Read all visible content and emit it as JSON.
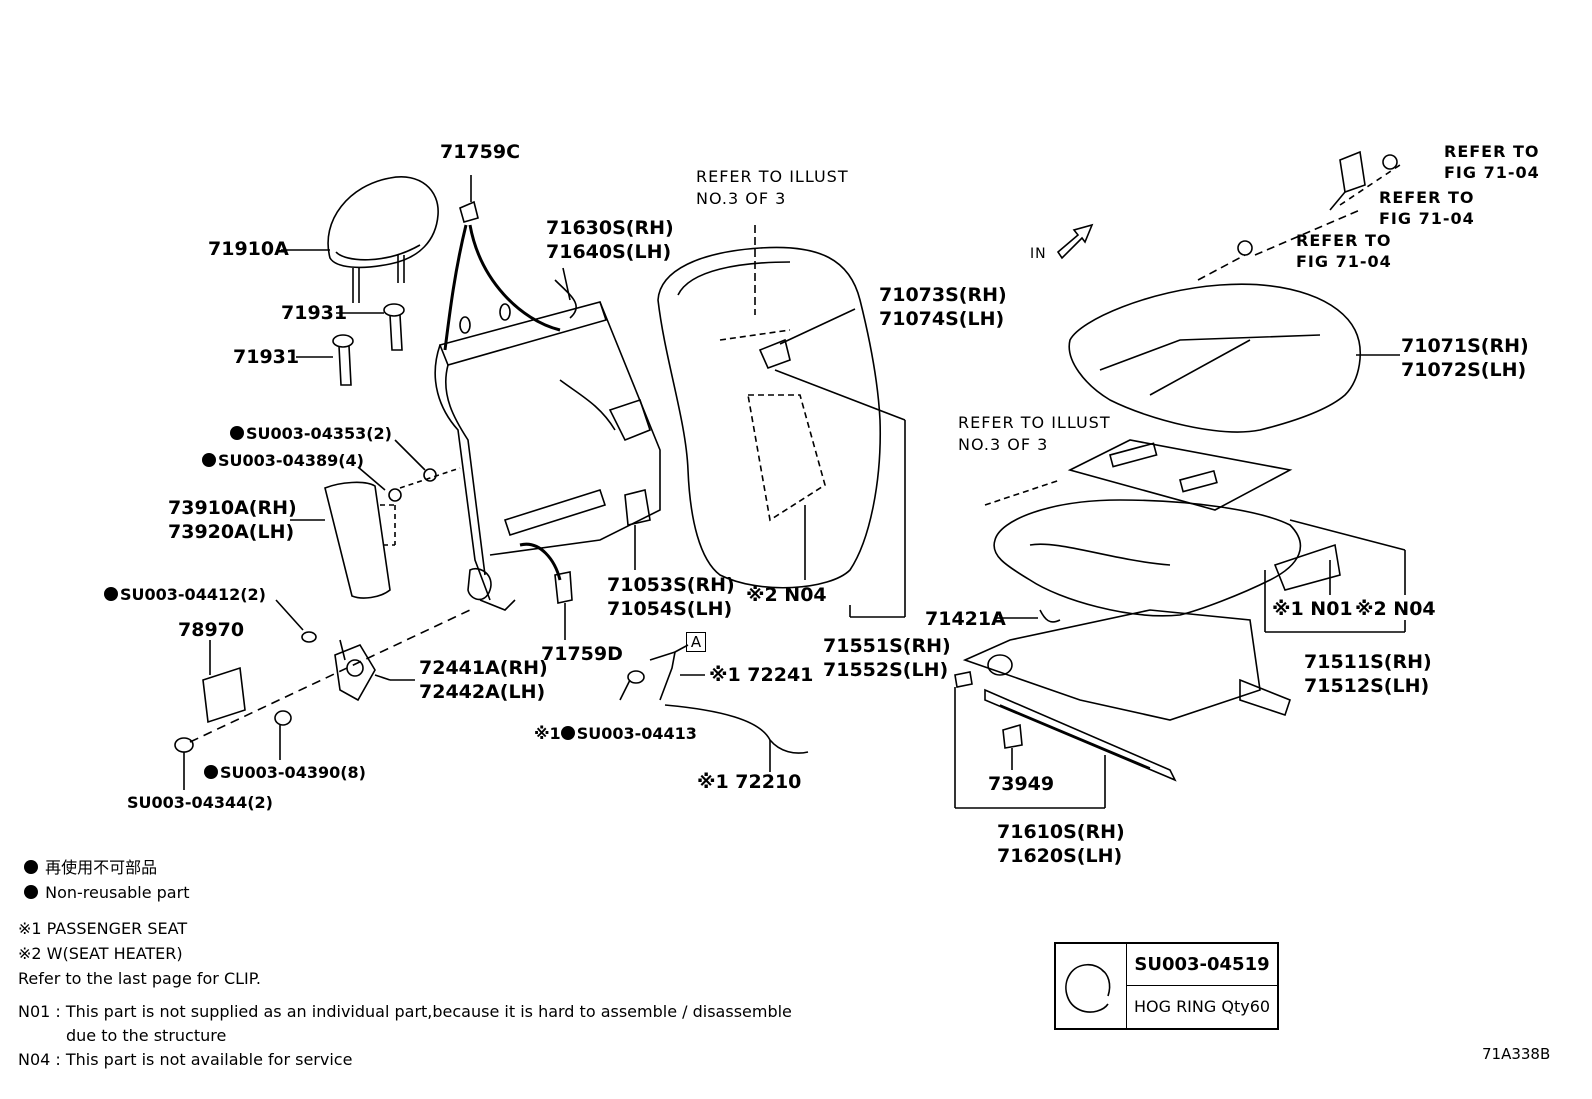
{
  "drawing_code": "71A338B",
  "refer_illust": "REFER TO ILLUST",
  "refer_illust_no": "NO.3 OF 3",
  "refer_fig": "REFER TO",
  "refer_fig_no": "FIG 71-04",
  "in_arrow": "IN",
  "parts": {
    "p71759C": "71759C",
    "p71910A": "71910A",
    "p71931a": "71931",
    "p71931b": "71931",
    "p71630S": "71630S(RH)",
    "p71640S": "71640S(LH)",
    "p71073S": "71073S(RH)",
    "p71074S": "71074S(LH)",
    "p71071S": "71071S(RH)",
    "p71072S": "71072S(LH)",
    "su04353": "SU003-04353(2)",
    "su04389": "SU003-04389(4)",
    "p73910A": "73910A(RH)",
    "p73920A": "73920A(LH)",
    "su04412": "SU003-04412(2)",
    "p78970": "78970",
    "p71053S": "71053S(RH)",
    "p71054S": "71054S(LH)",
    "n04a": "※2 N04",
    "p71759D": "71759D",
    "p72441A": "72441A(RH)",
    "p72442A": "72442A(LH)",
    "boxA": "A",
    "p72241": "※1 72241",
    "su04413": "※1",
    "su04413b": "SU003-04413",
    "su04390": "SU003-04390(8)",
    "su04344": "SU003-04344(2)",
    "p72210": "※1 72210",
    "p71551S": "71551S(RH)",
    "p71552S": "71552S(LH)",
    "p71421A": "71421A",
    "n01": "※1 N01",
    "n04b": "※2 N04",
    "p71511S": "71511S(RH)",
    "p71512S": "71512S(LH)",
    "p73949": "73949",
    "p71610S": "71610S(RH)",
    "p71620S": "71620S(LH)"
  },
  "legend": {
    "jp": "再使用不可部品",
    "en": "Non-reusable part",
    "note1": "※1  PASSENGER  SEAT",
    "note2": "※2  W(SEAT  HEATER)",
    "note3": "Refer to the last page for CLIP.",
    "n01_text": "N01 : This part is not supplied as an individual part,because it is hard to assemble / disassemble",
    "n01_text2": "due to the structure",
    "n04_text": "N04 : This part is not available for service"
  },
  "clip": {
    "part": "SU003-04519",
    "desc": "HOG RING Qty60"
  }
}
